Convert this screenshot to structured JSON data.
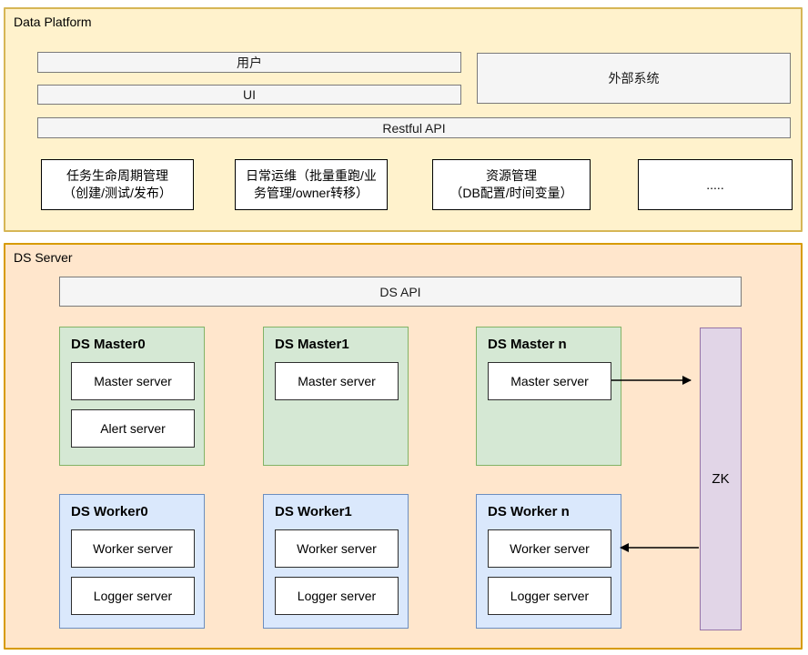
{
  "platform": {
    "title": "Data Platform",
    "users_bar": "用户",
    "ui_bar": "UI",
    "external_system": "外部系统",
    "restful_api_bar": "Restful API",
    "feature_boxes": [
      {
        "lines": [
          "任务生命周期管理",
          "（创建/测试/发布）"
        ]
      },
      {
        "lines": [
          "日常运维（批量重跑/业",
          "务管理/owner转移）"
        ]
      },
      {
        "lines": [
          "资源管理",
          "（DB配置/时间变量）"
        ]
      },
      {
        "lines": [
          "....."
        ]
      }
    ]
  },
  "server": {
    "title": "DS Server",
    "ds_api_bar": "DS API",
    "masters": [
      {
        "label": "DS Master0",
        "children": [
          "Master server",
          "Alert server"
        ]
      },
      {
        "label": "DS Master1",
        "children": [
          "Master server"
        ]
      },
      {
        "label": "DS Master n",
        "children": [
          "Master server"
        ]
      }
    ],
    "workers": [
      {
        "label": "DS Worker0",
        "children": [
          "Worker server",
          "Logger server"
        ]
      },
      {
        "label": "DS Worker1",
        "children": [
          "Worker server",
          "Logger server"
        ]
      },
      {
        "label": "DS Worker n",
        "children": [
          "Worker server",
          "Logger server"
        ]
      }
    ],
    "zookeeper": "ZK"
  },
  "colors": {
    "platform_fill": "#FFF2CC",
    "platform_border": "#D6B656",
    "server_fill": "#FFE6CC",
    "server_border": "#D79B00",
    "master_fill": "#D5E8D4",
    "master_border": "#82B366",
    "worker_fill": "#DAE8FC",
    "worker_border": "#6C8EBF",
    "zk_fill": "#E1D5E7",
    "zk_border": "#9673A6",
    "bar_fill": "#F5F5F5",
    "bar_border": "#7A7A7A",
    "arrow": "#000000"
  }
}
